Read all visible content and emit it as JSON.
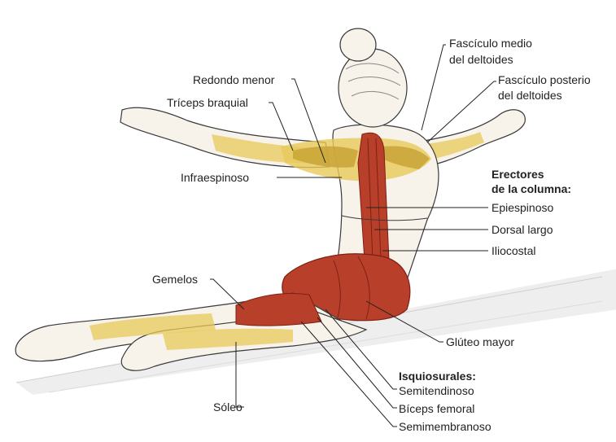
{
  "labels": {
    "fasciculo_medio": [
      "Fascículo medio",
      "del deltoides"
    ],
    "fasciculo_posterior": [
      "Fascículo posterio",
      "del deltoides"
    ],
    "redondo_menor": "Redondo menor",
    "triceps": "Tríceps braquial",
    "infraespinoso": "Infraespinoso",
    "gemelos": "Gemelos",
    "soleo": "Sóleo",
    "erectores_title": [
      "Erectores",
      "de la columna:"
    ],
    "epiespinoso": "Epiespinoso",
    "dorsal_largo": "Dorsal largo",
    "iliocostal": "Iliocostal",
    "gluteo_mayor": "Glúteo mayor",
    "isquiosurales_title": "Isquiosurales:",
    "semitendinoso": "Semitendinoso",
    "biceps_femoral": "Bíceps femoral",
    "semimembranoso": "Semimembranoso"
  },
  "colors": {
    "muscle_red": "#b8402a",
    "muscle_dark": "#7e1f14",
    "tendon_yellow": "#e8c95a",
    "skin": "#f7f3ea",
    "outline": "#3a3a3a",
    "floor": "#d8d8d8"
  }
}
